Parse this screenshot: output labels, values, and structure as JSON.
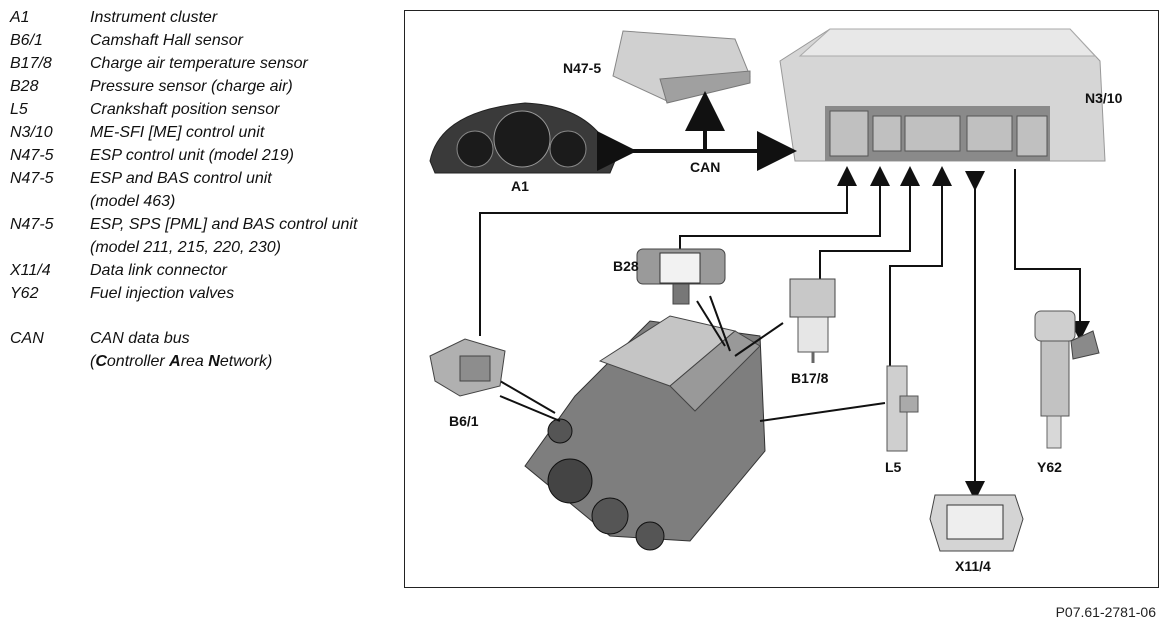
{
  "legend": [
    {
      "code": "A1",
      "desc": "Instrument cluster"
    },
    {
      "code": "B6/1",
      "desc": "Camshaft Hall sensor"
    },
    {
      "code": "B17/8",
      "desc": "Charge air temperature sensor"
    },
    {
      "code": "B28",
      "desc": "Pressure sensor (charge air)"
    },
    {
      "code": "L5",
      "desc": "Crankshaft position sensor"
    },
    {
      "code": "N3/10",
      "desc": "ME-SFI [ME] control unit"
    },
    {
      "code": "N47-5",
      "desc": "ESP control unit (model 219)"
    },
    {
      "code": "N47-5",
      "desc": "ESP and BAS control unit (model 463)"
    },
    {
      "code": "N47-5",
      "desc": "ESP, SPS [PML] and BAS control unit (model 211, 215, 220, 230)"
    },
    {
      "code": "X11/4",
      "desc": "Data link connector"
    },
    {
      "code": "Y62",
      "desc": "Fuel injection valves"
    }
  ],
  "can_legend": {
    "code": "CAN",
    "line1": "CAN data bus",
    "line2_parts": [
      "(",
      "C",
      "ontroller ",
      "A",
      "rea ",
      "N",
      "etwork)"
    ]
  },
  "labels": {
    "n47": "N47-5",
    "n310": "N3/10",
    "a1": "A1",
    "can": "CAN",
    "b28": "B28",
    "b178": "B17/8",
    "b61": "B6/1",
    "l5": "L5",
    "y62": "Y62",
    "x114": "X11/4"
  },
  "footer": "P07.61-2781-06"
}
